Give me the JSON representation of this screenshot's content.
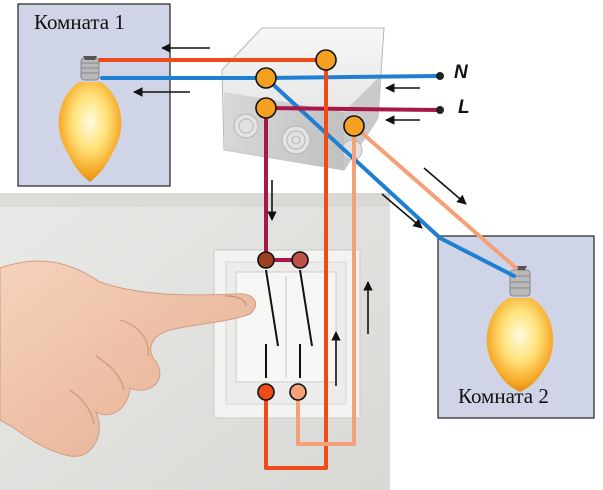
{
  "rooms": [
    {
      "label": "Комната 1"
    },
    {
      "label": "Комната 2"
    }
  ],
  "terminals": [
    {
      "label": "N"
    },
    {
      "label": "L"
    }
  ],
  "colors": {
    "neutral": "#1f7fd0",
    "live": "#a8174a",
    "switched_1": "#ee4a1a",
    "switched_2": "#f4a078",
    "panel": "#cfd4e6",
    "node": "#f5a020"
  },
  "icons": [
    "light-bulb-icon",
    "junction-box-icon",
    "switch-icon",
    "hand-icon",
    "arrow-icon"
  ]
}
